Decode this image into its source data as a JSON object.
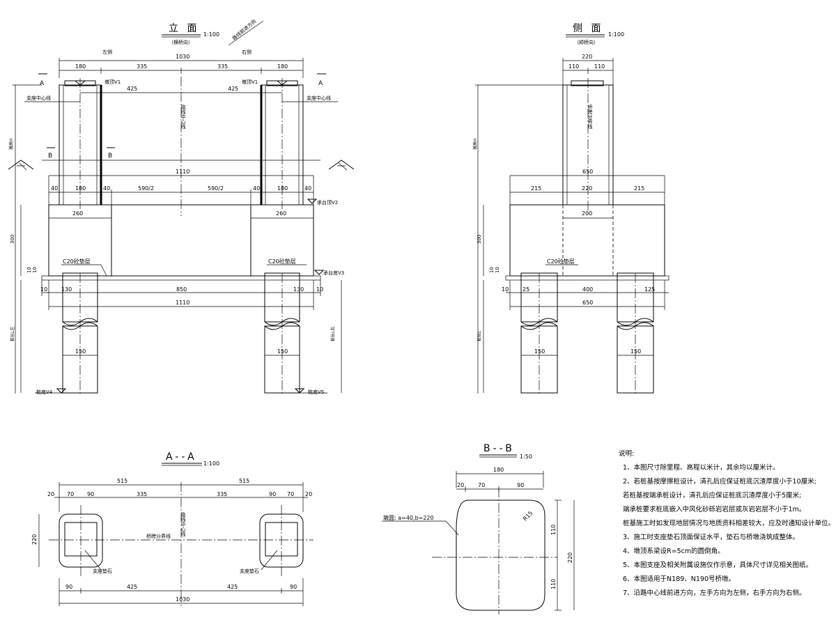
{
  "elevation": {
    "title": "立  面",
    "scale": "1:100",
    "sub": "（横桥向）",
    "diag_label": "路线前进方向",
    "left_side": "左侧",
    "right_side": "右侧",
    "dim_total_top": "1030",
    "dim_180": "180",
    "dim_335": "335",
    "dim_425": "425",
    "dim_1110": "1110",
    "dim_40": "40",
    "dim_590h": "590/2",
    "dim_260": "260",
    "dim_300": "300",
    "dim_10": "10",
    "dim_130": "130",
    "dim_850": "850",
    "dim_150": "150",
    "sec_a": "A",
    "sec_b": "B",
    "label_bearing_cl": "支座中心线",
    "label_top_v1": "墩顶V1",
    "label_route_cl": "路线中心线",
    "label_pier_h": "墩高H",
    "label_cap_v2": "承台顶V2",
    "label_c20": "C20砼垫层",
    "label_cap_v3": "承台底V3",
    "label_pile_left": "桩长L左",
    "label_pile_right": "桩长L右",
    "label_v4": "桩底V4",
    "label_v5": "桩底V5"
  },
  "side": {
    "title": "侧  面",
    "scale": "1:100",
    "sub": "（顺桥向）",
    "dim_220": "220",
    "dim_110": "110",
    "label_bridge_div": "桥跨分界线",
    "label_pier_h": "墩高H",
    "dim_650": "650",
    "dim_215": "215",
    "dim_200": "200",
    "dim_300": "300",
    "label_c20": "C20砼垫层",
    "dim_10": "10",
    "dim_25": "25",
    "dim_400": "400",
    "dim_125": "125",
    "dim_150": "150",
    "label_pile": "桩长L"
  },
  "section_aa": {
    "title": "A--A",
    "scale": "1:100",
    "dim_515": "515",
    "dim_20": "20",
    "dim_70": "70",
    "dim_90": "90",
    "dim_335": "335",
    "dim_220": "220",
    "label_bridge_div": "桥跨分界线",
    "label_route_cl": "路线中心线",
    "label_pad": "支座垫石",
    "dim_425": "425",
    "dim_1030": "1030"
  },
  "section_bb": {
    "title": "B--B",
    "scale": "1:50",
    "dim_180": "180",
    "dim_20": "20",
    "dim_70": "70",
    "dim_90": "90",
    "label_chamfer": "墩圆: a=40,b=220",
    "label_r": "R15",
    "dim_110": "110",
    "dim_220": "220"
  },
  "notes": {
    "heading": "说明:",
    "items": [
      "1、本图尺寸除里程、高程以米计，其余均以厘米计。",
      "2、若桩基按摩擦桩设计，清孔后应保证桩底沉渣厚度小于10厘米;",
      "   若桩基按端承桩设计，清孔后应保证桩底沉渣厚度小于5厘米;",
      "   端承桩要求桩底嵌入中风化砂砾岩岩层或灰岩岩层不小于1m。",
      "   桩基施工时如发现地层情况与地质资料相差较大，应及时通知设计单位。",
      "3、施工时支座垫石顶面保证水平，垫石与桥墩浇筑成整体。",
      "4、墩顶系梁设R=5cm的圆倒角。",
      "5、本图支座及相关附属设施仅作示意，具体尺寸详见相关图纸。",
      "6、本图适用于N189、N190号桥墩。",
      "7、沿路中心线前进方向，左手方向为左侧，右手方向为右侧。"
    ]
  }
}
